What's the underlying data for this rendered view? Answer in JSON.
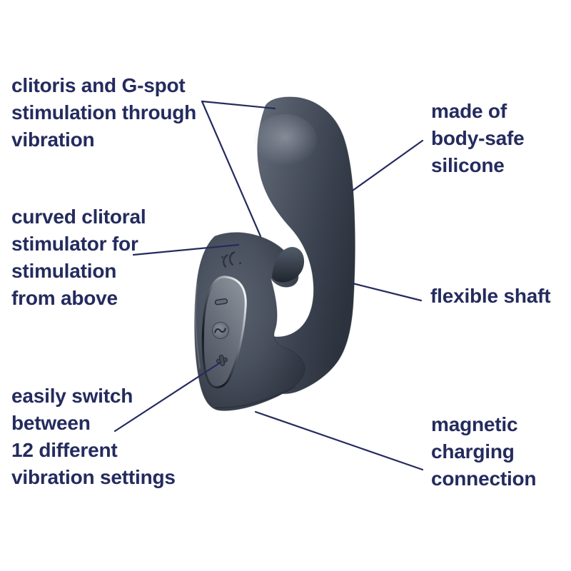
{
  "canvas": {
    "background": "#ffffff"
  },
  "colors": {
    "annotation_text": "#242b5e",
    "annotation_line": "#242b5e",
    "device_body": "#454c59",
    "device_dark": "#2b323d",
    "device_highlight": "#8a919c",
    "panel_rim_highlight": "#eef0f2"
  },
  "device": {
    "name": "curved dual stimulator with control panel",
    "logo": "satisfyer-logo",
    "buttons": [
      {
        "name": "minus-button",
        "symbol": "-"
      },
      {
        "name": "wave-button",
        "symbol": "~"
      },
      {
        "name": "plus-button",
        "symbol": "+"
      }
    ]
  },
  "annotations": {
    "top_left": {
      "lines": [
        "clitoris and G-spot",
        "stimulation through",
        "vibration"
      ]
    },
    "top_right": {
      "lines": [
        "made of",
        "body-safe",
        "silicone"
      ]
    },
    "mid_left": {
      "lines": [
        "curved clitoral",
        "stimulator for",
        "stimulation",
        "from above"
      ]
    },
    "mid_right": {
      "lines": [
        "flexible shaft"
      ]
    },
    "bottom_left": {
      "lines": [
        "easily switch",
        "between",
        "12 different",
        "vibration settings"
      ]
    },
    "bottom_right": {
      "lines": [
        "magnetic",
        "charging",
        "connection"
      ]
    }
  }
}
